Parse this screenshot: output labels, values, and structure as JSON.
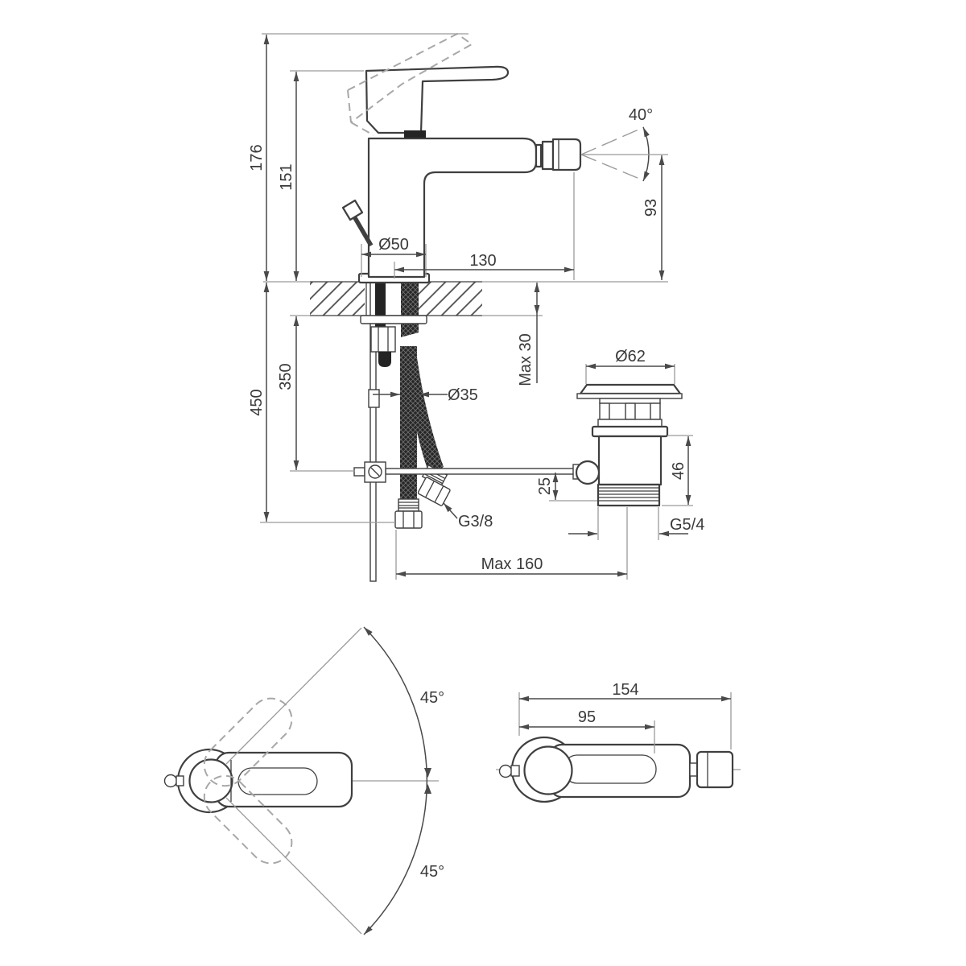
{
  "meta": {
    "drawing_type": "faucet-installation-dimension-drawing",
    "colors": {
      "background": "#ffffff",
      "outline": "#3f3f3f",
      "dimension": "#4a4a4a",
      "extension": "#9b9b9b",
      "dashed": "#a8a8a8",
      "dark_fill": "#242424"
    }
  },
  "side_view": {
    "dims": {
      "total_height": "176",
      "handle_height": "151",
      "spray_angle": "40°",
      "spray_height": "93",
      "base_diameter": "Ø50",
      "spout_reach": "130",
      "deck_thickness": "Max 30",
      "hole_diameter": "Ø35",
      "hose_drop": "350",
      "rod_drop": "450",
      "supply_thread": "G3/8"
    }
  },
  "drain_view": {
    "dims": {
      "flange_diameter": "Ø62",
      "body_height": "46",
      "rod_offset": "25",
      "waste_thread": "G5/4",
      "horizontal_reach": "Max 160"
    }
  },
  "top_view_swing": {
    "dims": {
      "swing_up": "45°",
      "swing_down": "45°"
    }
  },
  "top_view_dims": {
    "dims": {
      "total_length": "154",
      "handle_length": "95"
    }
  }
}
